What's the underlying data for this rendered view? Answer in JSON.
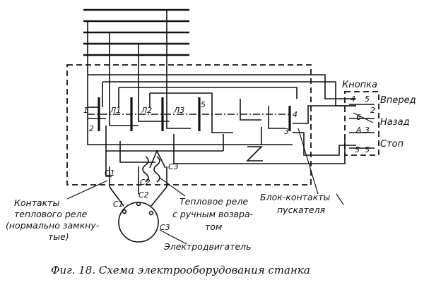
{
  "diagram": {
    "button_block": {
      "title": "Кнопка",
      "forward": "Вперед",
      "back": "Назад",
      "stop": "Стоп",
      "term_4": "4",
      "term_5a": "5",
      "term_2": "2",
      "term_6": "6",
      "term_A": "А",
      "term_3": "3",
      "term_5b": "5",
      "term_5c": "5"
    },
    "contactor_labels": {
      "n1": "1",
      "n2": "2",
      "L1": "Л1",
      "L2": "Л2",
      "L3": "Л3",
      "n5": "5",
      "n4": "4",
      "n3": "3"
    },
    "motor_terminals": {
      "C1": "С1",
      "C2": "С2",
      "C3": "С3",
      "C1b": "С1",
      "C2b": "С2",
      "C3b": "С3"
    },
    "callouts": {
      "thermal_contacts": [
        "Контакты",
        "теплового реле",
        "(нормально замкну-",
        "тые)"
      ],
      "thermal_relay": [
        "Тепловое реле",
        "с ручным возвра-",
        "том"
      ],
      "aux_contacts": [
        "Блок-контакты",
        "пускателя"
      ],
      "motor": "Электродвигатель"
    },
    "caption": "Фиг. 18.  Схема электрооборудования станка"
  }
}
